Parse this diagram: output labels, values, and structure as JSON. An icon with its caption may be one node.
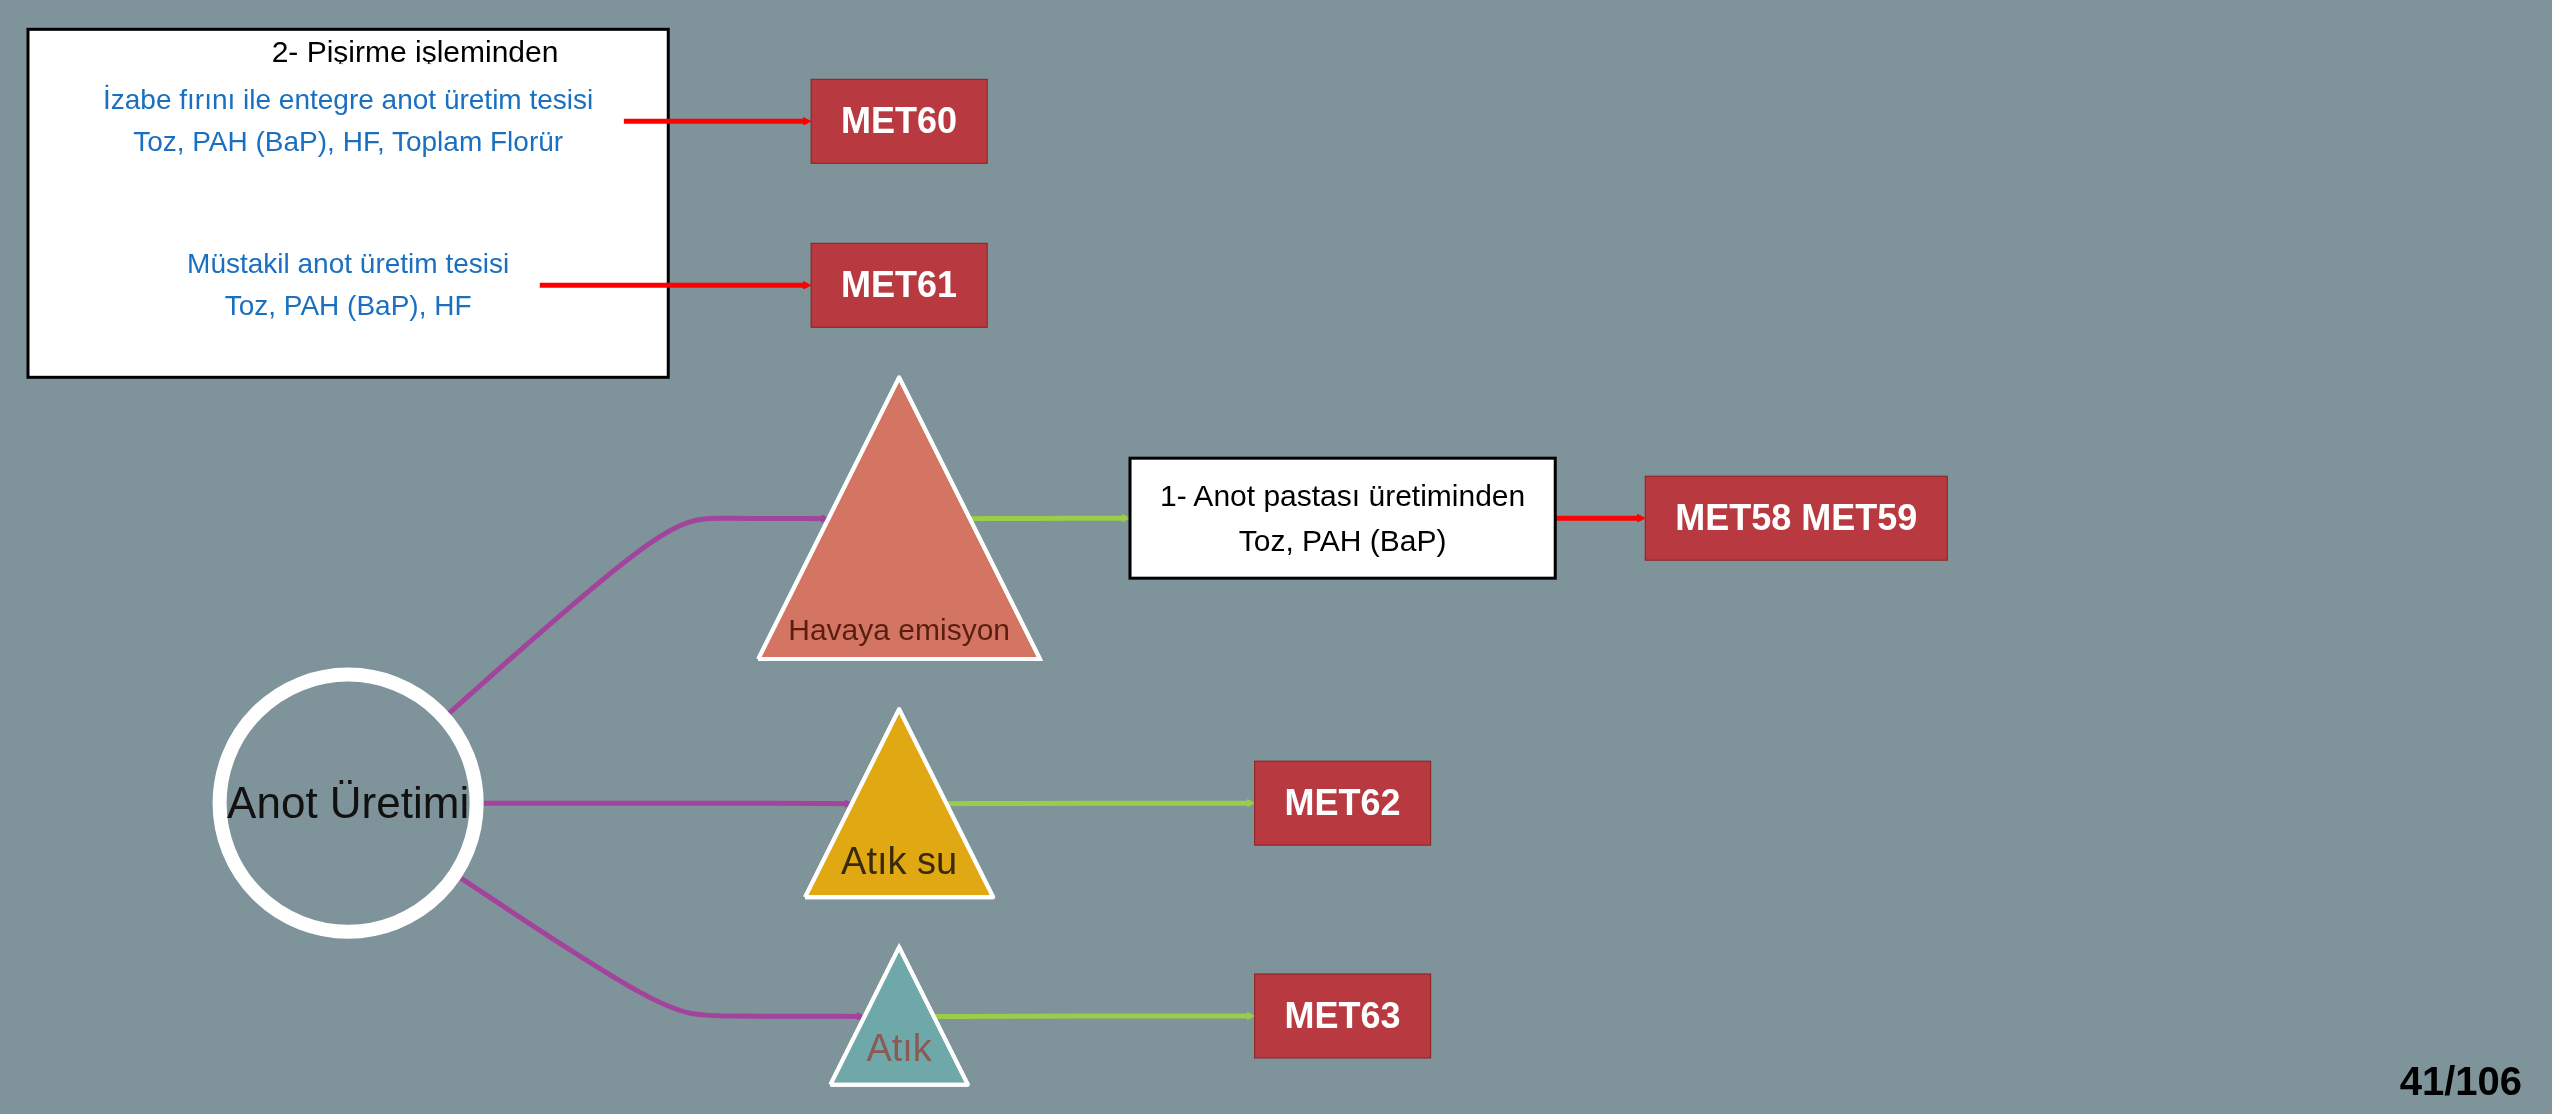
{
  "diagram": {
    "nodes": [
      {
        "text": [
          "Anot Üretimi"
        ]
      },
      {
        "text": [
          "Atık"
        ]
      },
      {
        "text": [
          "MET63"
        ]
      },
      {
        "text": [
          "Havaya emisyon"
        ]
      },
      {
        "text": [
          "1- Anot pastası üretiminden",
          "Toz, PAH (BaP)"
        ]
      },
      {
        "text": [
          "MET58 MET59"
        ]
      },
      {
        "text": [
          "2- Pişirme işleminden"
        ]
      },
      {
        "text": [
          "İzabe fırını ile entegre anot üretim tesisi",
          "Toz, PAH (BaP), HF, Toplam Florür"
        ],
        "in": 6
      },
      {
        "text": [
          "MET60"
        ]
      },
      {
        "text": [
          "Müstakil anot üretim tesisi",
          "Toz, PAH (BaP), HF"
        ],
        "in": 6
      },
      {
        "text": [
          "MET61"
        ]
      },
      {
        "text": [
          "Atık su"
        ]
      },
      {
        "text": [
          "MET62"
        ]
      }
    ],
    "edges": [
      {
        "from": 0,
        "to": 3,
        "arrow": "to",
        "color": "#a3449c"
      },
      {
        "from": 0,
        "to": 11,
        "arrow": "to",
        "color": "#a3449c"
      },
      {
        "from": 0,
        "to": 1,
        "arrow": "to",
        "color": "#a3449c"
      },
      {
        "from": 1,
        "to": 2,
        "arrow": "to",
        "color": "#9acd4a"
      },
      {
        "from": 3,
        "to": 4,
        "arrow": "to",
        "color": "#9acd4a"
      },
      {
        "from": 11,
        "to": 12,
        "arrow": "to",
        "color": "#9acd4a"
      },
      {
        "from": 4,
        "to": 5,
        "arrow": "to",
        "color": "#ff0000"
      },
      {
        "from": 7,
        "to": 8,
        "arrow": "to",
        "color": "#ff0000"
      },
      {
        "from": 9,
        "to": 10,
        "arrow": "to",
        "color": "#ff0000"
      }
    ],
    "labels": [
      "41/106"
    ]
  }
}
